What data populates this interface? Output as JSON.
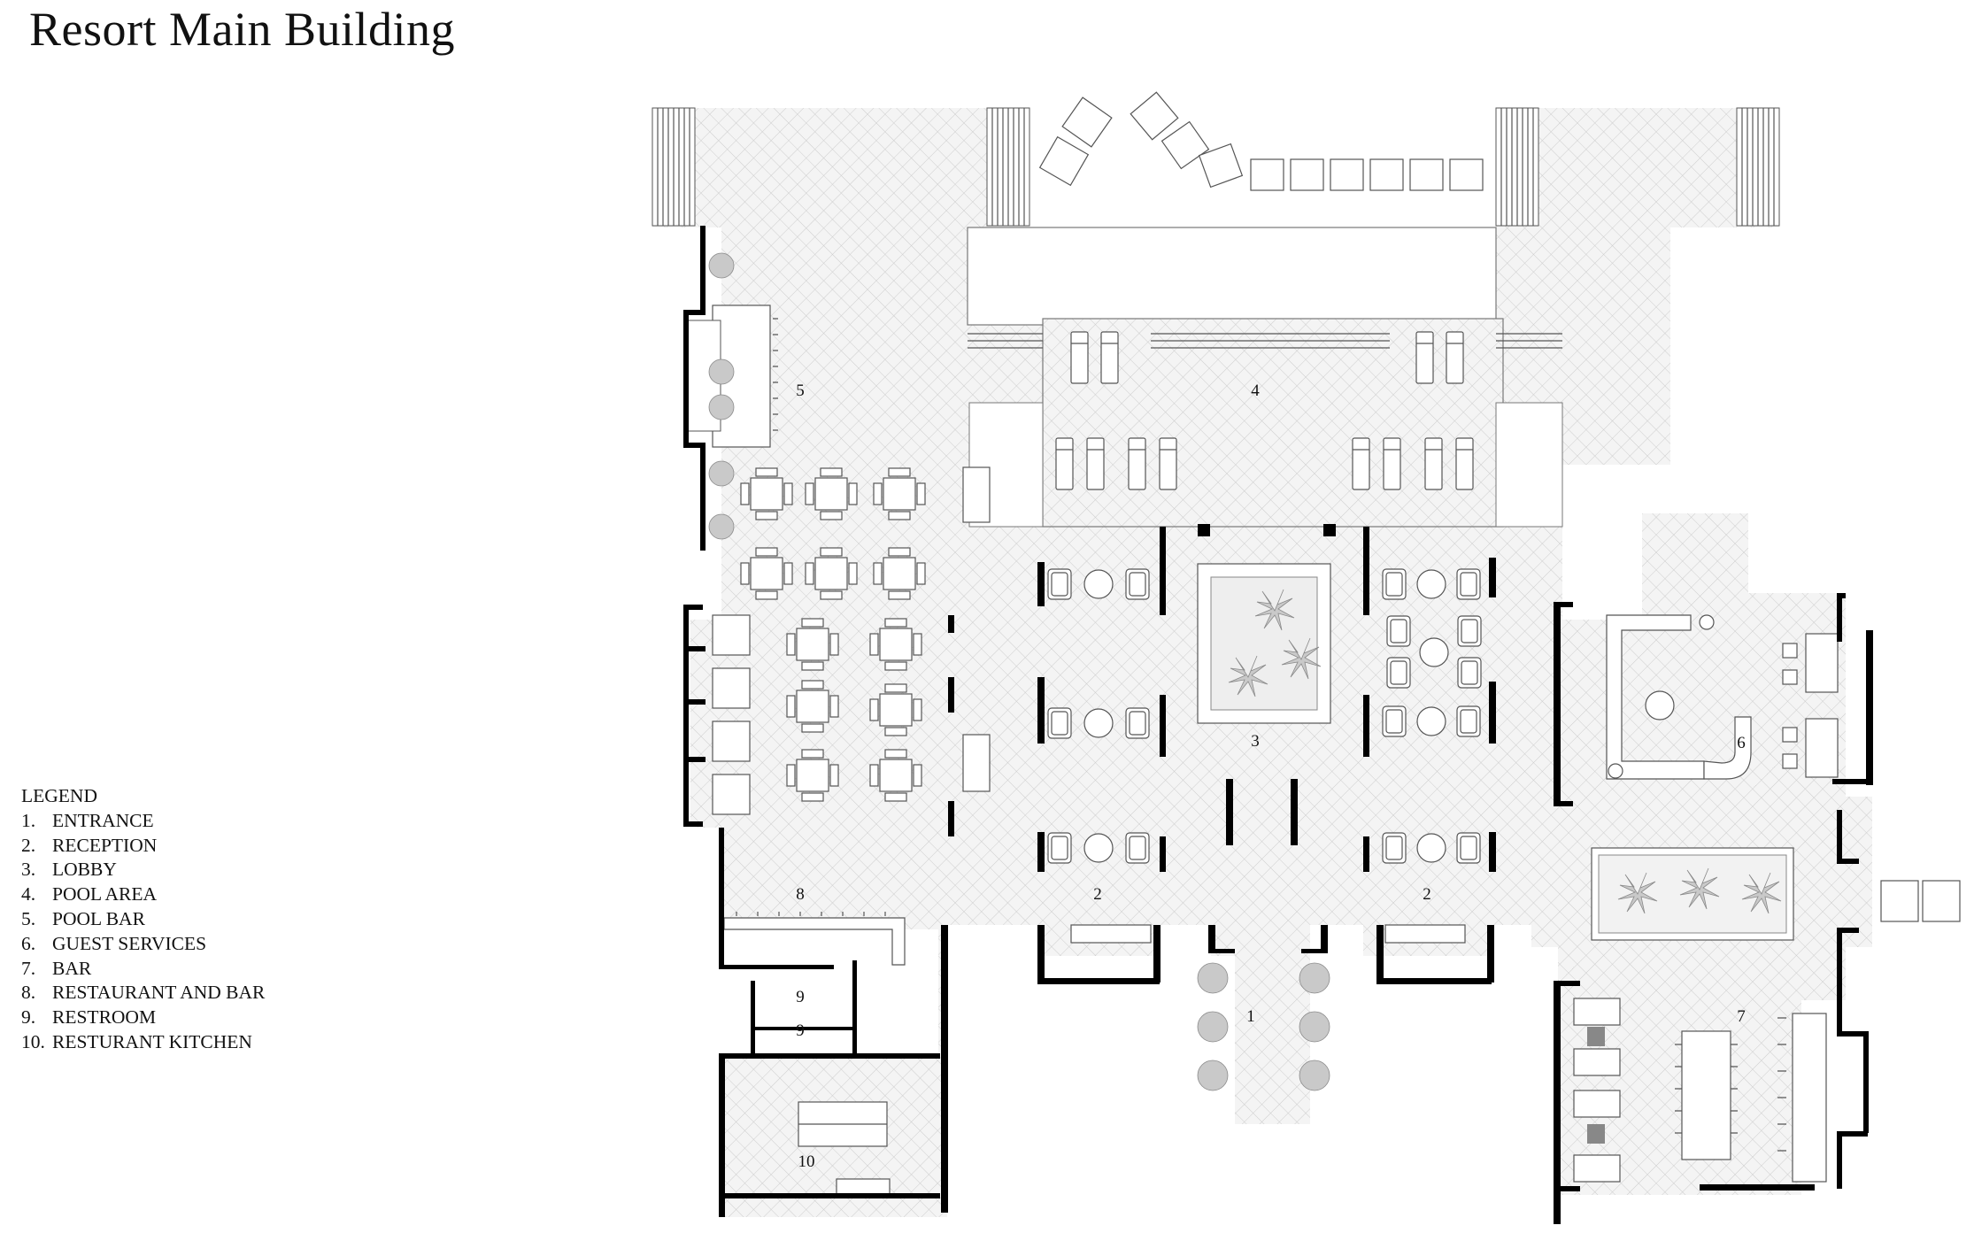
{
  "title": "Resort Main Building",
  "legend": {
    "heading": "LEGEND",
    "items": [
      {
        "num": "1.",
        "label": "ENTRANCE"
      },
      {
        "num": "2.",
        "label": "RECEPTION"
      },
      {
        "num": "3.",
        "label": "LOBBY"
      },
      {
        "num": "4.",
        "label": "POOL AREA"
      },
      {
        "num": "5.",
        "label": "POOL BAR"
      },
      {
        "num": "6.",
        "label": "GUEST SERVICES"
      },
      {
        "num": "7.",
        "label": "BAR"
      },
      {
        "num": "8.",
        "label": "RESTAURANT AND BAR"
      },
      {
        "num": "9.",
        "label": "RESTROOM"
      },
      {
        "num": "10.",
        "label": "RESTURANT KITCHEN"
      }
    ]
  },
  "room_labels": {
    "entrance": "1",
    "reception_left": "2",
    "reception_right": "2",
    "lobby": "3",
    "pool_area": "4",
    "pool_bar": "5",
    "guest_services": "6",
    "bar": "7",
    "restaurant_and_bar": "8",
    "restroom_upper": "9",
    "restroom_lower": "9",
    "kitchen": "10"
  },
  "colors": {
    "walls": "#000000",
    "floor_hatch": "#c8c8c8",
    "furniture": "#555555",
    "planting": "#c9c9c9"
  }
}
